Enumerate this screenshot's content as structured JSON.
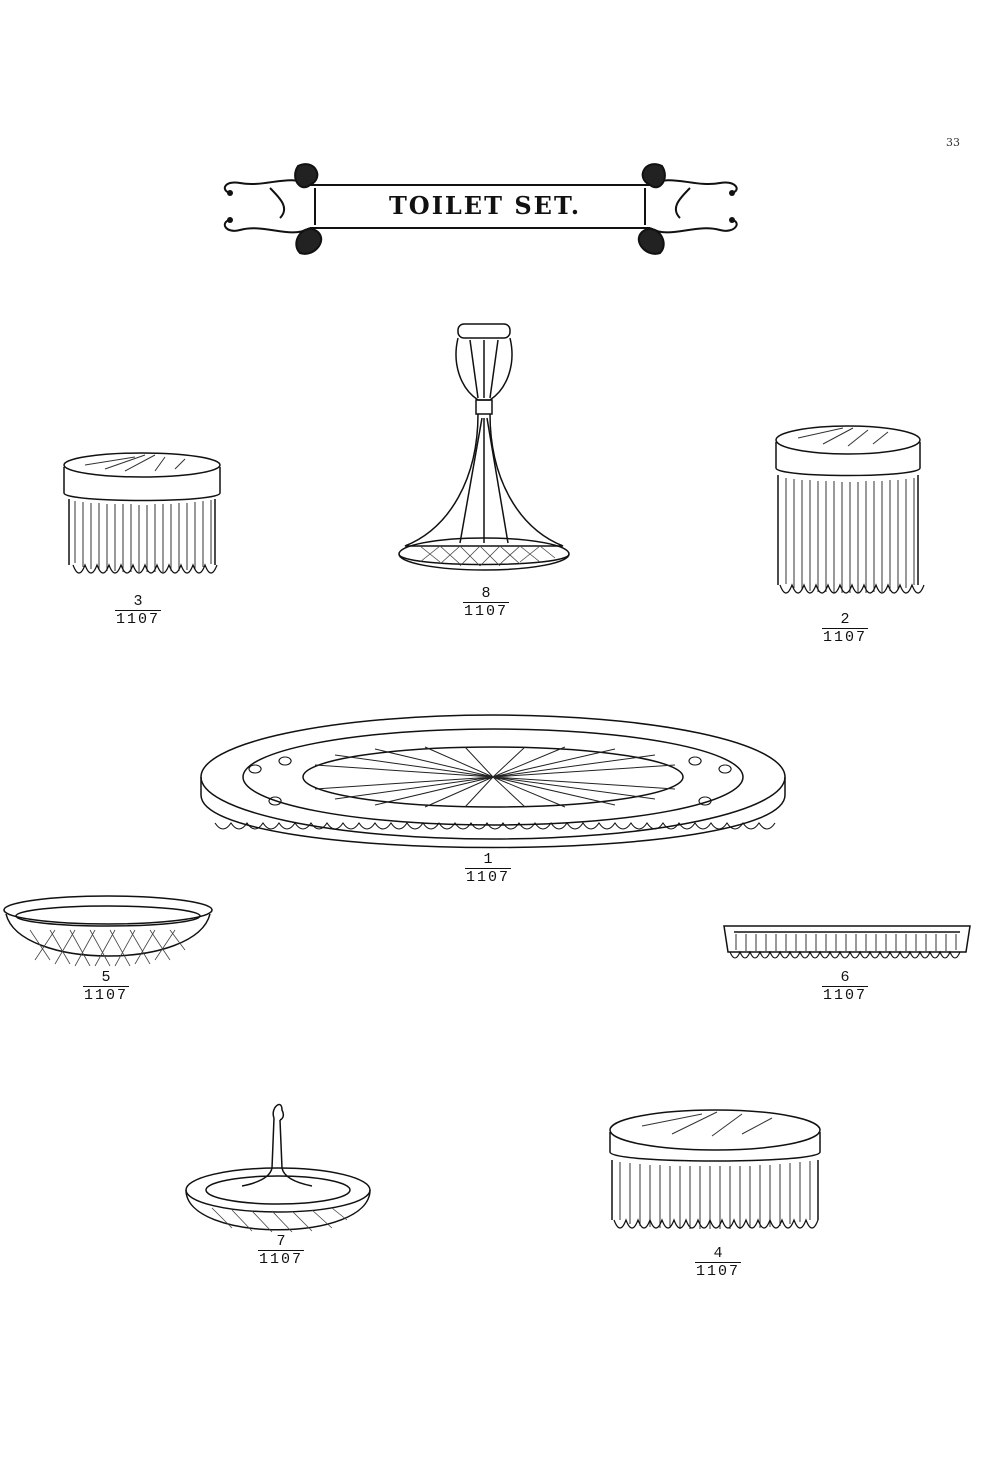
{
  "page": {
    "number": "33"
  },
  "banner": {
    "title": "TOILET SET."
  },
  "items": [
    {
      "id": "candlestick",
      "number": "8",
      "code": "1107"
    },
    {
      "id": "round-jar-small",
      "number": "3",
      "code": "1107"
    },
    {
      "id": "tall-jar",
      "number": "2",
      "code": "1107"
    },
    {
      "id": "oval-tray",
      "number": "1",
      "code": "1107"
    },
    {
      "id": "round-dish",
      "number": "5",
      "code": "1107"
    },
    {
      "id": "pin-tray",
      "number": "6",
      "code": "1107"
    },
    {
      "id": "ring-holder",
      "number": "7",
      "code": "1107"
    },
    {
      "id": "oval-box",
      "number": "4",
      "code": "1107"
    }
  ]
}
